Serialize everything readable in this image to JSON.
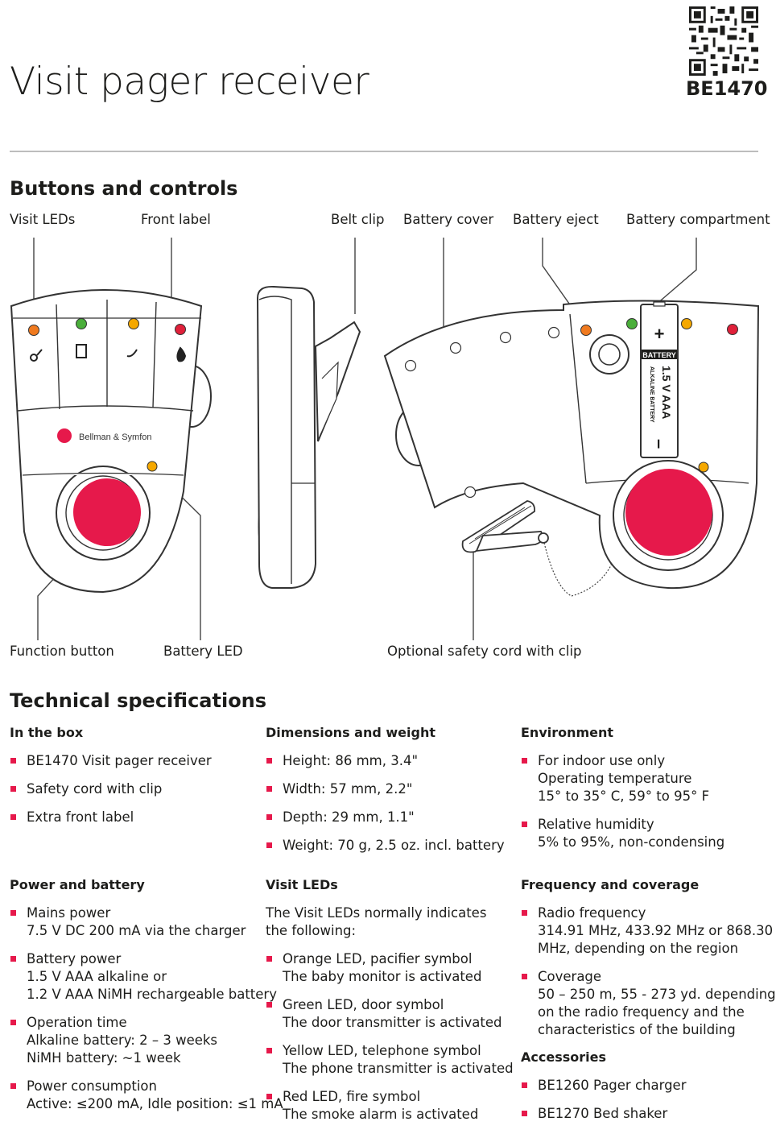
{
  "header": {
    "title": "Visit pager receiver",
    "product_code": "BE1470"
  },
  "buttons_section": {
    "heading": "Buttons and controls",
    "callouts": {
      "visit_leds": "Visit LEDs",
      "front_label": "Front label",
      "belt_clip": "Belt clip",
      "battery_cover": "Battery cover",
      "battery_eject": "Battery eject",
      "battery_compartment": "Battery compartment",
      "function_button": "Function button",
      "battery_led": "Battery LED",
      "safety_cord": "Optional safety cord with clip"
    },
    "device_logo_text": "Bellman & Symfon",
    "battery": {
      "plus": "+",
      "brand": "BATTERY",
      "voltage": "1.5 V AAA",
      "type": "ALKALINE BATTERY",
      "minus": "–"
    },
    "colors": {
      "accent_red": "#e6194b",
      "led_orange": "#f07a1f",
      "led_green": "#4aae3a",
      "led_yellow": "#f5a800",
      "led_red": "#e0203a"
    }
  },
  "specs": {
    "heading": "Technical specifications",
    "in_the_box": {
      "heading": "In the box",
      "items": [
        [
          "BE1470 Visit pager receiver"
        ],
        [
          "Safety cord with clip"
        ],
        [
          "Extra front label"
        ]
      ]
    },
    "dimensions": {
      "heading": "Dimensions and weight",
      "items": [
        [
          "Height: 86 mm, 3.4\""
        ],
        [
          "Width: 57 mm, 2.2\""
        ],
        [
          "Depth: 29 mm, 1.1\""
        ],
        [
          "Weight: 70 g, 2.5 oz. incl. battery"
        ]
      ]
    },
    "environment": {
      "heading": "Environment",
      "items": [
        [
          "For indoor use only",
          "Operating temperature",
          "15° to 35° C, 59° to 95° F"
        ],
        [
          "Relative humidity",
          "5% to 95%, non-condensing"
        ]
      ]
    },
    "power": {
      "heading": "Power and battery",
      "items": [
        [
          "Mains power",
          "7.5 V DC 200 mA via the charger"
        ],
        [
          "Battery power",
          "1.5 V AAA alkaline or",
          "1.2 V AAA NiMH rechargeable battery"
        ],
        [
          "Operation time",
          "Alkaline battery: 2 – 3 weeks",
          "NiMH battery: ~1 week"
        ],
        [
          "Power consumption",
          "Active: ≤200 mA, Idle position: ≤1 mA"
        ]
      ]
    },
    "visit_leds": {
      "heading": "Visit LEDs",
      "intro": [
        "The Visit LEDs normally indicates",
        "the following:"
      ],
      "items": [
        [
          "Orange LED, pacifier symbol",
          "The baby monitor is activated"
        ],
        [
          "Green LED, door symbol",
          "The door transmitter is activated"
        ],
        [
          "Yellow LED, telephone symbol",
          "The phone transmitter is activated"
        ],
        [
          "Red LED, fire symbol",
          "The smoke alarm is activated"
        ]
      ]
    },
    "frequency": {
      "heading": "Frequency and coverage",
      "items": [
        [
          "Radio frequency",
          "314.91 MHz, 433.92 MHz or 868.30",
          "MHz, depending on the region"
        ],
        [
          "Coverage",
          "50 – 250 m, 55 - 273 yd. depending",
          "on the radio frequency and the",
          "characteristics of the building"
        ]
      ]
    },
    "accessories": {
      "heading": "Accessories",
      "items": [
        [
          "BE1260 Pager charger"
        ],
        [
          "BE1270 Bed shaker"
        ]
      ]
    }
  }
}
